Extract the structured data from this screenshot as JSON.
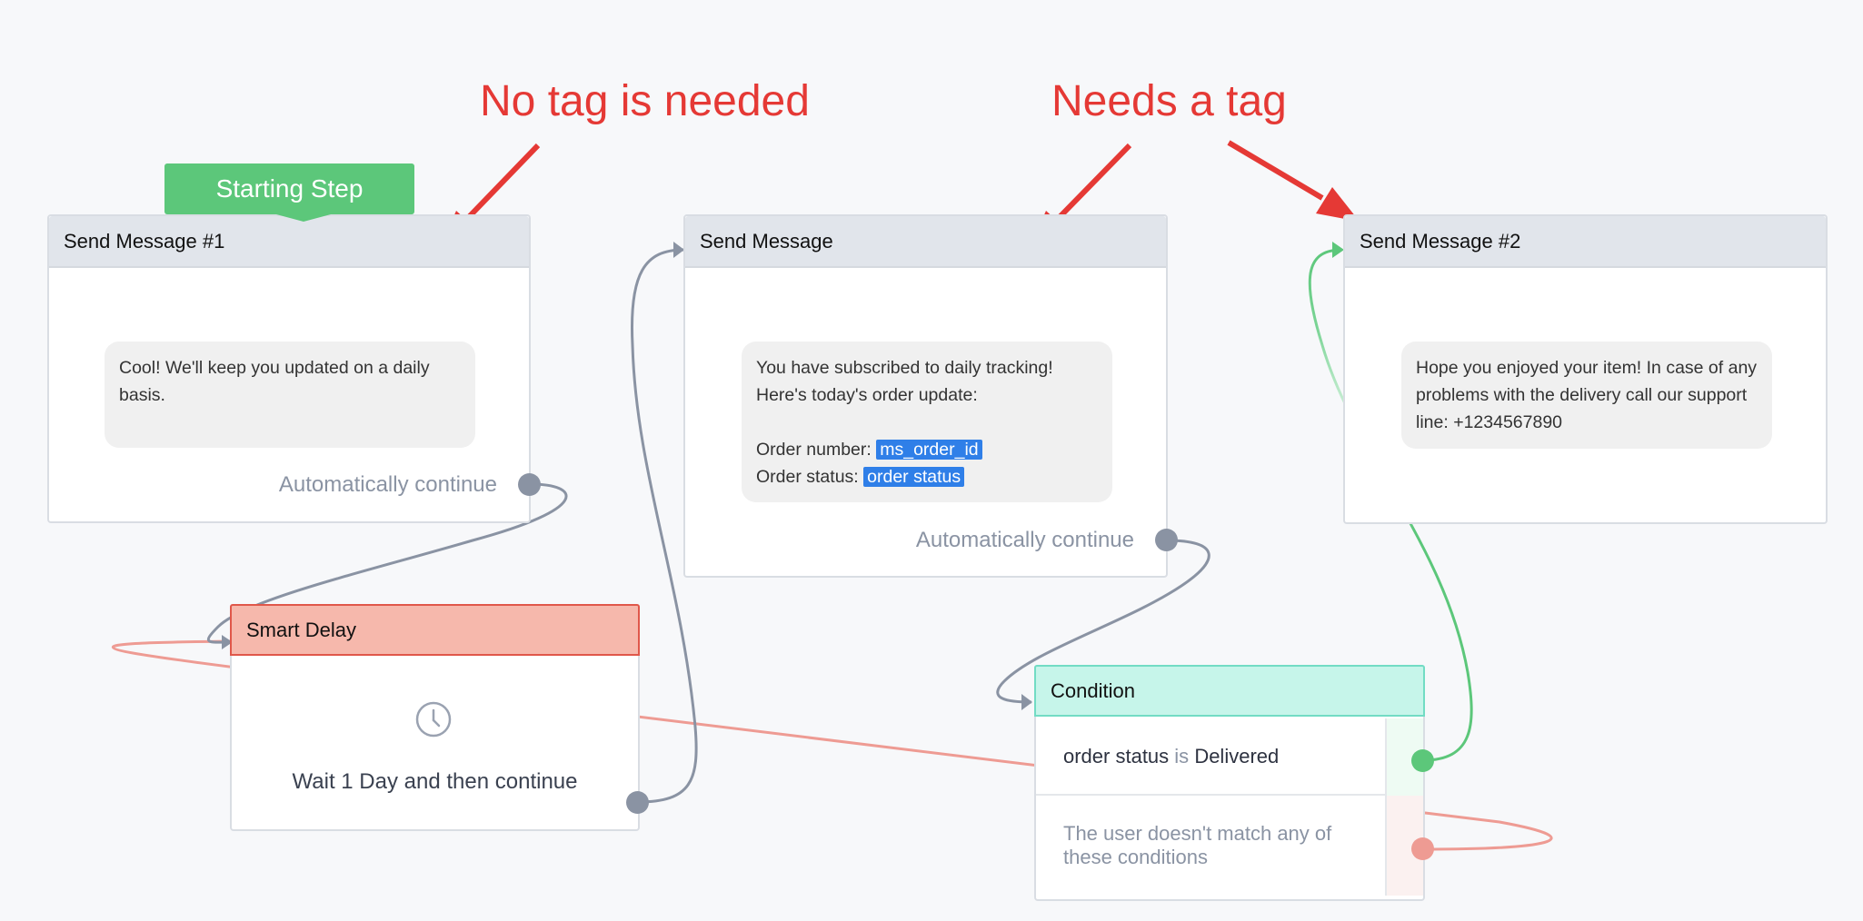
{
  "annotations": {
    "no_tag": "No tag is needed",
    "needs_tag": "Needs a tag"
  },
  "start_tag": "Starting Step",
  "nodes": {
    "send1": {
      "title": "Send Message #1",
      "message": "Cool! We'll keep you updated on a daily basis.",
      "continue_label": "Automatically continue"
    },
    "send_mid": {
      "title": "Send Message",
      "line1": "You have subscribed to daily tracking!",
      "line2": "Here's today's order update:",
      "order_number_label": "Order number:",
      "order_number_var": "ms_order_id",
      "order_status_label": "Order status:",
      "order_status_var": "order status",
      "continue_label": "Automatically continue"
    },
    "send2": {
      "title": "Send Message #2",
      "message": "Hope you enjoyed your item! In case of any problems with the delivery call our support line: +1234567890"
    },
    "delay": {
      "title": "Smart Delay",
      "text": "Wait 1 Day and then continue",
      "icon": "clock-icon"
    },
    "condition": {
      "title": "Condition",
      "field": "order status",
      "operator": "is",
      "value": "Delivered",
      "fallback": "The user doesn't match any of these conditions"
    }
  },
  "colors": {
    "annotation": "#e53935",
    "start_tag": "#5cc77a",
    "connector_gray": "#8a93a3",
    "connector_green": "#5cc77a",
    "connector_red": "#ee9b93",
    "delay_header": "#f6b8ac",
    "condition_header": "#c6f5ea",
    "variable_pill": "#2f7fe8"
  }
}
